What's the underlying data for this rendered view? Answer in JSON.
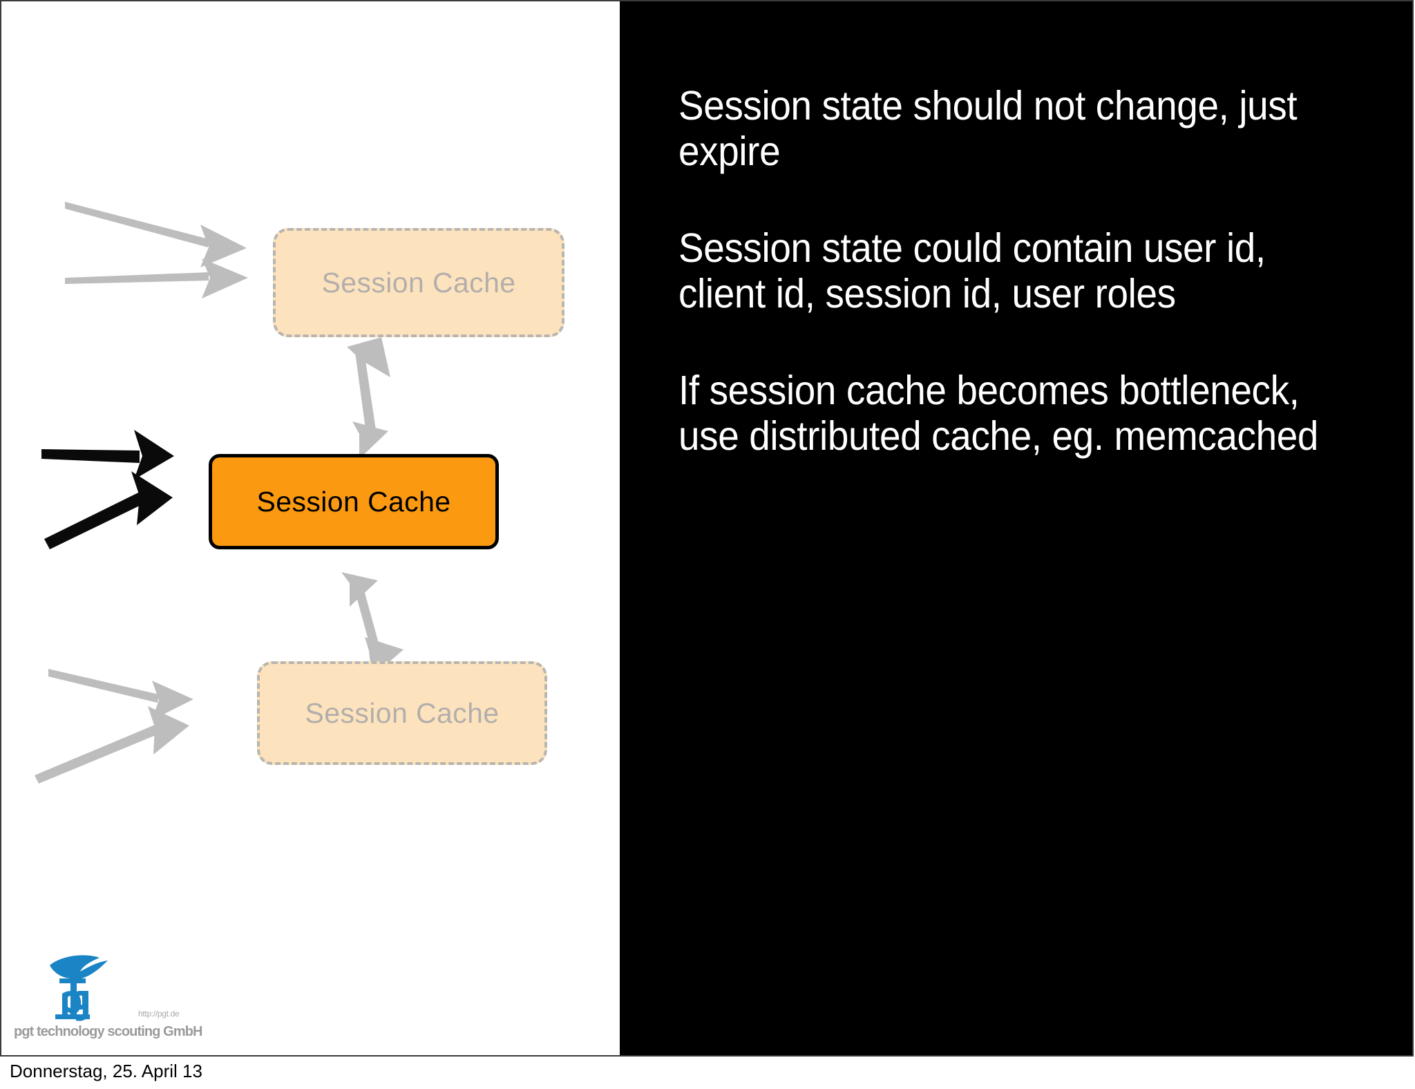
{
  "slide": {
    "footer_date": "Donnerstag, 25. April 13"
  },
  "diagram": {
    "nodes": [
      {
        "id": "top",
        "label": "Session Cache",
        "state": "inactive"
      },
      {
        "id": "center",
        "label": "Session Cache",
        "state": "active"
      },
      {
        "id": "bottom",
        "label": "Session Cache",
        "state": "inactive"
      }
    ],
    "colors": {
      "active_fill": "#FB9A10",
      "active_border": "#000000",
      "active_text": "#000000",
      "ghost_fill": "#FCE3BE",
      "ghost_border": "#B9B5B0",
      "ghost_text": "#B3AEAB",
      "arrow_gray": "#BDBDBD",
      "arrow_black": "#0A0A0A"
    },
    "arrows": [
      {
        "name": "incoming-top-1",
        "color": "gray",
        "direction": "right"
      },
      {
        "name": "incoming-top-2",
        "color": "gray",
        "direction": "right"
      },
      {
        "name": "incoming-center-1",
        "color": "black",
        "direction": "right"
      },
      {
        "name": "incoming-center-2",
        "color": "black",
        "direction": "right"
      },
      {
        "name": "incoming-bottom-1",
        "color": "gray",
        "direction": "right"
      },
      {
        "name": "incoming-bottom-2",
        "color": "gray",
        "direction": "right"
      },
      {
        "name": "link-top-center",
        "color": "gray",
        "direction": "both"
      },
      {
        "name": "link-center-bottom",
        "color": "gray",
        "direction": "both"
      }
    ]
  },
  "content": {
    "paragraphs": [
      "Session state should not change, just expire",
      "Session state could contain user id, client id, session id, user roles",
      "If session cache becomes bottleneck, use distributed cache, eg. memcached"
    ]
  },
  "logo": {
    "wordmark": "pgt",
    "caption": "pgt technology scouting GmbH",
    "url": "http://pgt.de",
    "brand_color": "#1B84C4"
  }
}
